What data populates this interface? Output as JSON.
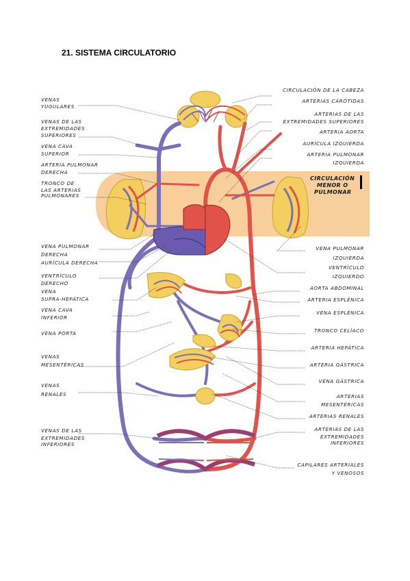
{
  "page": {
    "title": "21. SISTEMA CIRCULATORIO"
  },
  "colors": {
    "artery": "#e0524a",
    "vein": "#7a6fb8",
    "organ": "#f2cf5e",
    "pulmonary_band": "#f7c98f"
  },
  "labels_left": [
    {
      "id": "venas-yugulares",
      "lines": [
        "VENAS",
        "YUGULARES"
      ]
    },
    {
      "id": "venas-extremidades-superiores",
      "lines": [
        "VENAS DE LAS",
        "EXTREMIDADES",
        "SUPERIORES"
      ]
    },
    {
      "id": "vena-cava-superior",
      "lines": [
        "VENA CAVA",
        "SUPERIOR"
      ]
    },
    {
      "id": "arteria-pulmonar-derecha",
      "lines": [
        "ARTERIA PULMONAR",
        "DERECHA"
      ]
    },
    {
      "id": "tronco-arterias-pulmonares",
      "lines": [
        "TRONCO DE",
        "LAS ARTERIAS",
        "PULMONARES"
      ]
    },
    {
      "id": "vena-pulmonar-derecha",
      "lines": [
        "VENA PULMONAR",
        "DERECHA"
      ]
    },
    {
      "id": "auricula-derecha",
      "lines": [
        "AURÍCULA DERECHA"
      ]
    },
    {
      "id": "ventriculo-derecho",
      "lines": [
        "VENTRÍCULO",
        "DERECHO"
      ]
    },
    {
      "id": "vena-suprahepatica",
      "lines": [
        "VENA",
        "SUPRA-HEPÁTICA"
      ]
    },
    {
      "id": "vena-cava-inferior",
      "lines": [
        "VENA CAVA",
        "INFERIOR"
      ]
    },
    {
      "id": "vena-porta",
      "lines": [
        "VENA PORTA"
      ]
    },
    {
      "id": "venas-mesentericas",
      "lines": [
        "VENAS",
        "MESENTÉRICAS"
      ]
    },
    {
      "id": "venas-renales",
      "lines": [
        "VENAS",
        "RENALES"
      ]
    },
    {
      "id": "venas-extremidades-inferiores",
      "lines": [
        "VENAS DE LAS",
        "EXTREMIDADES",
        "INFERIORES"
      ]
    }
  ],
  "labels_right": [
    {
      "id": "circulacion-cabeza",
      "lines": [
        "CIRCULACIÓN DE LA CABEZA"
      ]
    },
    {
      "id": "arterias-carotidas",
      "lines": [
        "ARTERIAS CARÓTIDAS"
      ]
    },
    {
      "id": "arterias-extremidades-superiores",
      "lines": [
        "ARTERIAS DE LAS",
        "EXTREMIDADES SUPERIORES"
      ]
    },
    {
      "id": "arteria-aorta",
      "lines": [
        "ARTERIA AORTA"
      ]
    },
    {
      "id": "auricula-izquierda",
      "lines": [
        "AURÍCULA IZQUIERDA"
      ]
    },
    {
      "id": "arteria-pulmonar-izquierda",
      "lines": [
        "ARTERIA PULMONAR",
        "IZQUIERDA"
      ]
    },
    {
      "id": "circulacion-menor",
      "lines": [
        "CIRCULACIÓN",
        "MENOR O",
        "PULMONAR"
      ]
    },
    {
      "id": "vena-pulmonar-izquierda",
      "lines": [
        "VENA PULMONAR",
        "IZQUIERDA"
      ]
    },
    {
      "id": "ventriculo-izquierdo",
      "lines": [
        "VENTRÍCULO",
        "IZQUIERDO"
      ]
    },
    {
      "id": "aorta-abdominal",
      "lines": [
        "AORTA ABDOMINAL"
      ]
    },
    {
      "id": "arteria-esplenica",
      "lines": [
        "ARTERIA ESPLÉNICA"
      ]
    },
    {
      "id": "vena-esplenica",
      "lines": [
        "VENA ESPLÉNICA"
      ]
    },
    {
      "id": "tronco-celiaco",
      "lines": [
        "TRONCO CELÍACO"
      ]
    },
    {
      "id": "arteria-hepatica",
      "lines": [
        "ARTERIA HEPÁTICA"
      ]
    },
    {
      "id": "arteria-gastrica",
      "lines": [
        "ARTERIA GÁSTRICA"
      ]
    },
    {
      "id": "vena-gastrica",
      "lines": [
        "VENA GÁSTRICA"
      ]
    },
    {
      "id": "arterias-mesentericas",
      "lines": [
        "ARTERIAS",
        "MESENTÉRICAS"
      ]
    },
    {
      "id": "arterias-renales",
      "lines": [
        "ARTERIAS RENALES"
      ]
    },
    {
      "id": "arterias-extremidades-inferiores",
      "lines": [
        "ARTERIAS DE LAS",
        "EXTREMIDADES",
        "INFERIORES"
      ]
    },
    {
      "id": "capilares",
      "lines": [
        "CAPILARES ARTERIALES",
        "Y VENOSOS"
      ]
    }
  ]
}
